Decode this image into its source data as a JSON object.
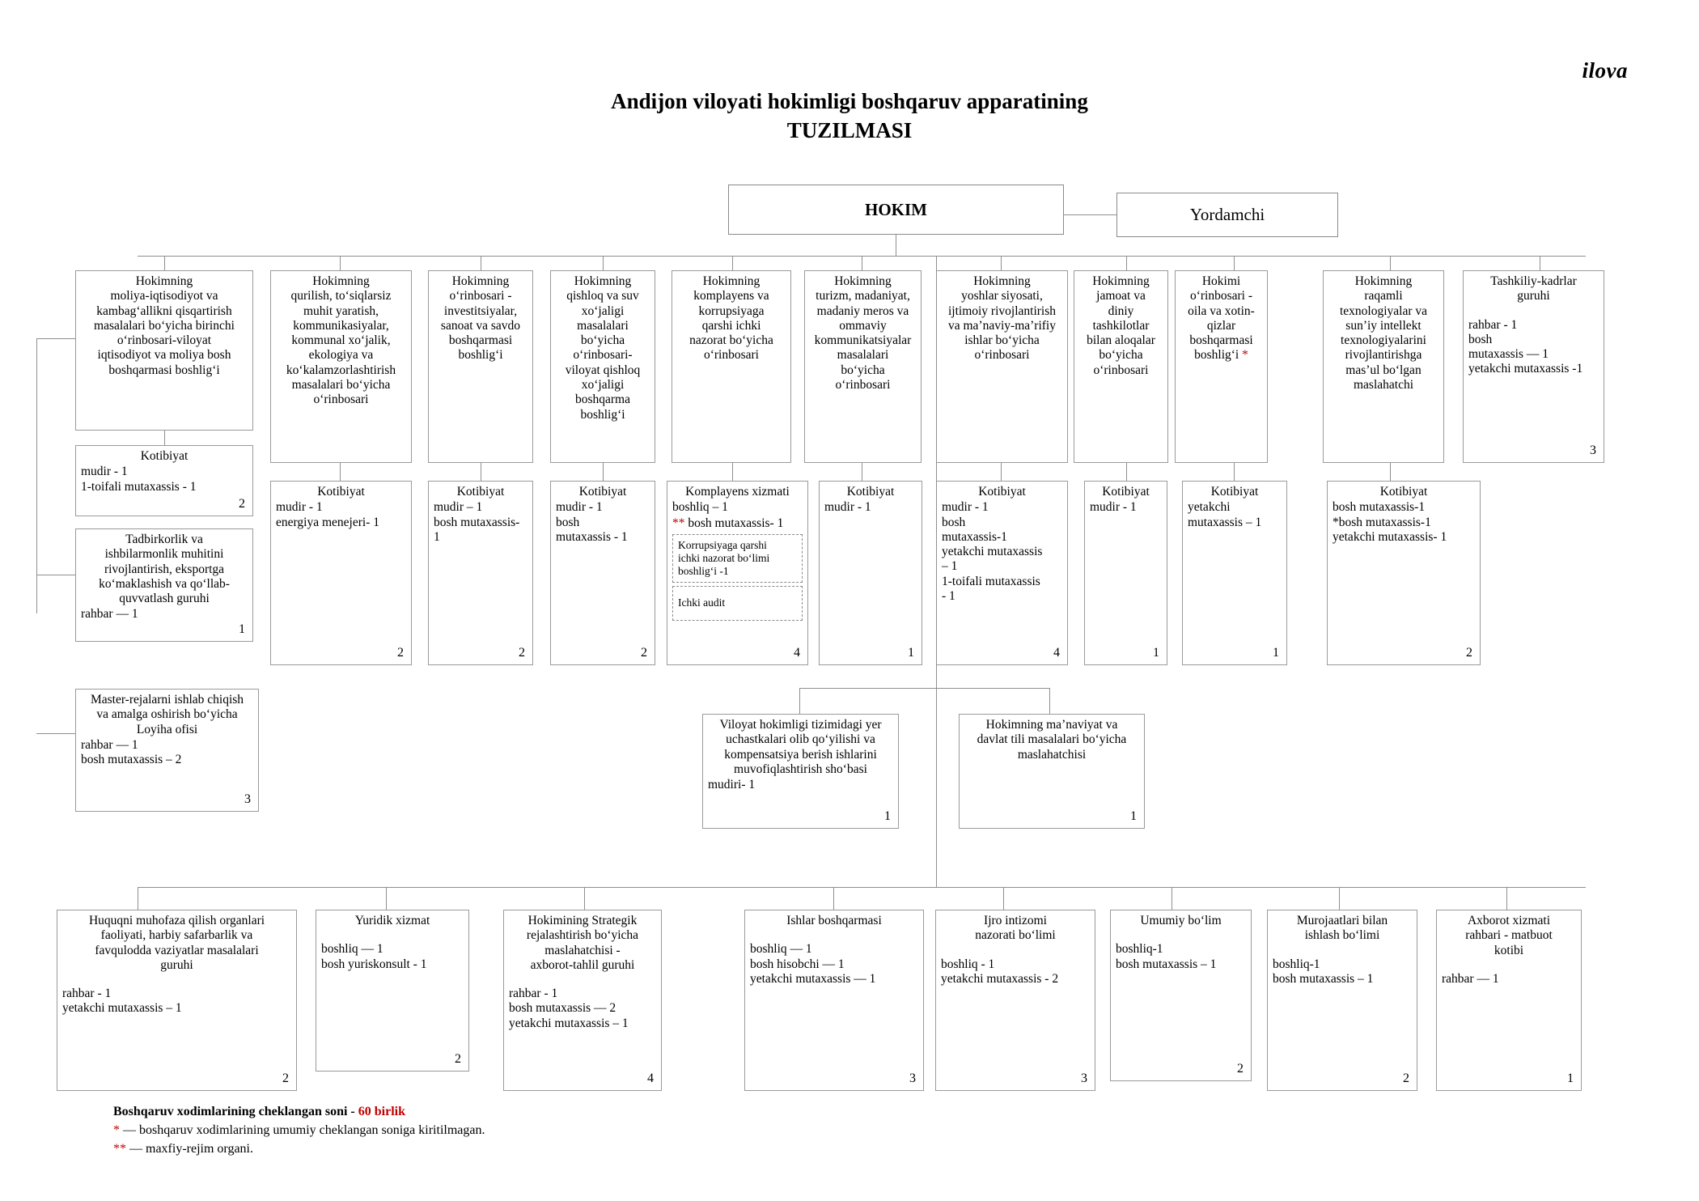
{
  "document": {
    "corner_note": "ilova",
    "title_line1": "Andijon viloyati hokimligi boshqaruv apparatining",
    "title_line2": "TUZILMASI"
  },
  "top": {
    "hokim": "HOKIM",
    "yordamchi": "Yordamchi"
  },
  "deputies": [
    {
      "header": "Hokimning\nmoliya-iqtisodiyot va\nkambag‘allikni qisqartirish\nmasalalari bo‘yicha birinchi\no‘rinbosari-viloyat\niqtisodiyot va moliya bosh\nboshqarmasi boshlig‘i"
    },
    {
      "header": "Hokimning\nqurilish, to‘siqlarsiz\nmuhit yaratish,\nkommunikasiyalar,\nkommunal xo‘jalik,\nekologiya va\nko‘kalamzorlashtirish\nmasalalari bo‘yicha\no‘rinbosari"
    },
    {
      "header": "Hokimning\no‘rinbosari -\ninvestitsiyalar,\nsanoat va savdo\nboshqarmasi\nboshlig‘i"
    },
    {
      "header": "Hokimning\nqishloq va suv\nxo‘jaligi\nmasalalari\nbo‘yicha\no‘rinbosari-\nviloyat qishloq\nxo‘jaligi\nboshqarma\nboshlig‘i"
    },
    {
      "header": "Hokimning\nkomplayens va\nkorrupsiyaga\nqarshi ichki\nnazorat bo‘yicha\no‘rinbosari"
    },
    {
      "header": "Hokimning\nturizm, madaniyat,\nmadaniy meros va\nommaviy\nkommunikatsiyalar\nmasalalari\nbo‘yicha\no‘rinbosari"
    },
    {
      "header": "Hokimning\nyoshlar siyosati,\nijtimoiy rivojlantirish\nva ma’naviy-ma’rifiy\nishlar bo‘yicha\no‘rinbosari"
    },
    {
      "header": "Hokimning\njamoat va\ndiniy\ntashkilotlar\nbilan aloqalar\nbo‘yicha\no‘rinbosari"
    },
    {
      "header": "Hokimi\no‘rinbosari -\noila va xotin-\nqizlar\nboshqarmasi\nboshlig‘i ",
      "header_star": "*"
    },
    {
      "header": "Hokimning\nraqamli\ntexnologiyalar va\nsun’iy intellekt\ntexnologiyalarini\nrivojlantirishga\nmas’ul bo‘lgan\nmaslahatchi"
    }
  ],
  "kadrlar": {
    "header": "Tashkiliy-kadrlar\nguruhi",
    "body": "rahbar - 1\nbosh\nmutaxassis — 1\nyetakchi mutaxassis -1",
    "count": "3"
  },
  "secretariats": [
    {
      "header": "Kotibiyat",
      "body": "mudir - 1\n1-toifali mutaxassis - 1",
      "count": "2"
    },
    {
      "header": "Kotibiyat",
      "body": "mudir - 1\nenergiya menejeri- 1",
      "count": "2"
    },
    {
      "header": "Kotibiyat",
      "body": "mudir – 1\nbosh mutaxassis-\n1",
      "count": "2"
    },
    {
      "header": "Kotibiyat",
      "body": "mudir - 1\nbosh\nmutaxassis - 1",
      "count": "2"
    },
    {
      "header": "Komplayens xizmati",
      "body_line1": "boshliq – 1",
      "body_star": "**",
      "body_line2": " bosh mutaxassis- 1",
      "dashed1": "Korrupsiyaga qarshi\nichki nazorat bo‘limi\nboshlig‘i -1",
      "dashed2": "Ichki audit",
      "count": "4"
    },
    {
      "header": "Kotibiyat",
      "body": "mudir - 1",
      "count": "1"
    },
    {
      "header": "Kotibiyat",
      "body": "mudir - 1\nbosh\nmutaxassis-1\nyetakchi mutaxassis\n– 1\n1-toifali mutaxassis\n- 1",
      "count": "4"
    },
    {
      "header": "Kotibiyat",
      "body": "mudir - 1",
      "count": "1"
    },
    {
      "header": "Kotibiyat",
      "body": "yetakchi\nmutaxassis – 1",
      "count": "1"
    },
    {
      "header": "Kotibiyat",
      "body": "bosh mutaxassis-1\n*bosh mutaxassis-1\nyetakchi mutaxassis- 1",
      "count": "2"
    }
  ],
  "first_col_extra": [
    {
      "header": "Tadbirkorlik va\nishbilarmonlik muhitini\nrivojlantirish, eksportga\nko‘maklashish va qo‘llab-\nquvvatlash guruhi",
      "body": "rahbar — 1",
      "count": "1"
    },
    {
      "header": "Master-rejalarni ishlab chiqish\nva amalga oshirish bo‘yicha\nLoyiha ofisi",
      "body": "rahbar — 1\nbosh mutaxassis – 2",
      "count": "3"
    }
  ],
  "middle_units": [
    {
      "header": "Viloyat hokimligi tizimidagi yer\nuchastkalari  olib qo‘yilishi va\nkompensatsiya berish ishlarini\nmuvofiqlashtirish sho‘basi",
      "body": "mudiri- 1",
      "count": "1"
    },
    {
      "header": "Hokimning ma’naviyat va\ndavlat tili masalalari bo‘yicha\nmaslahatchisi",
      "body": "",
      "count": "1"
    }
  ],
  "bottom_units": [
    {
      "header": "Huquqni muhofaza qilish organlari\nfaoliyati, harbiy safarbarlik va\nfavqulodda vaziyatlar masalalari\nguruhi",
      "body": "rahbar - 1\nyetakchi mutaxassis – 1",
      "count": "2"
    },
    {
      "header": "Yuridik xizmat",
      "body": "boshliq — 1\nbosh yuriskonsult - 1",
      "count": "2"
    },
    {
      "header": "Hokimining Strategik\nrejalashtirish bo‘yicha\nmaslahatchisi -\naxborot-tahlil guruhi",
      "body": "rahbar - 1\nbosh mutaxassis — 2\nyetakchi mutaxassis – 1",
      "count": "4"
    },
    {
      "header": "Ishlar boshqarmasi",
      "body": "boshliq — 1\nbosh hisobchi — 1\nyetakchi mutaxassis — 1",
      "count": "3"
    },
    {
      "header": "Ijro intizomi\nnazorati bo‘limi",
      "body": "boshliq - 1\nyetakchi mutaxassis - 2",
      "count": "3"
    },
    {
      "header": "Umumiy bo‘lim",
      "body": " boshliq-1\nbosh mutaxassis – 1",
      "count": "2"
    },
    {
      "header": "Murojaatlari bilan\nishlash bo‘limi",
      "body": " boshliq-1\nbosh mutaxassis – 1",
      "count": "2"
    },
    {
      "header": "Axborot xizmati\nrahbari - matbuot\nkotibi",
      "body": "rahbar — 1",
      "count": "1"
    }
  ],
  "legend": {
    "line1_text": "Boshqaruv xodimlarining cheklangan soni - ",
    "line1_value": "60 birlik",
    "line2_mark": "*",
    "line2_text": " — boshqaruv xodimlarining umumiy cheklangan soniga kiritilmagan.",
    "line3_mark": "**",
    "line3_text": " —  maxfiy-rejim organi."
  },
  "colors": {
    "accent_red": "#c00000",
    "box_border": "#9a9a9a",
    "line": "#8f8f8f"
  }
}
